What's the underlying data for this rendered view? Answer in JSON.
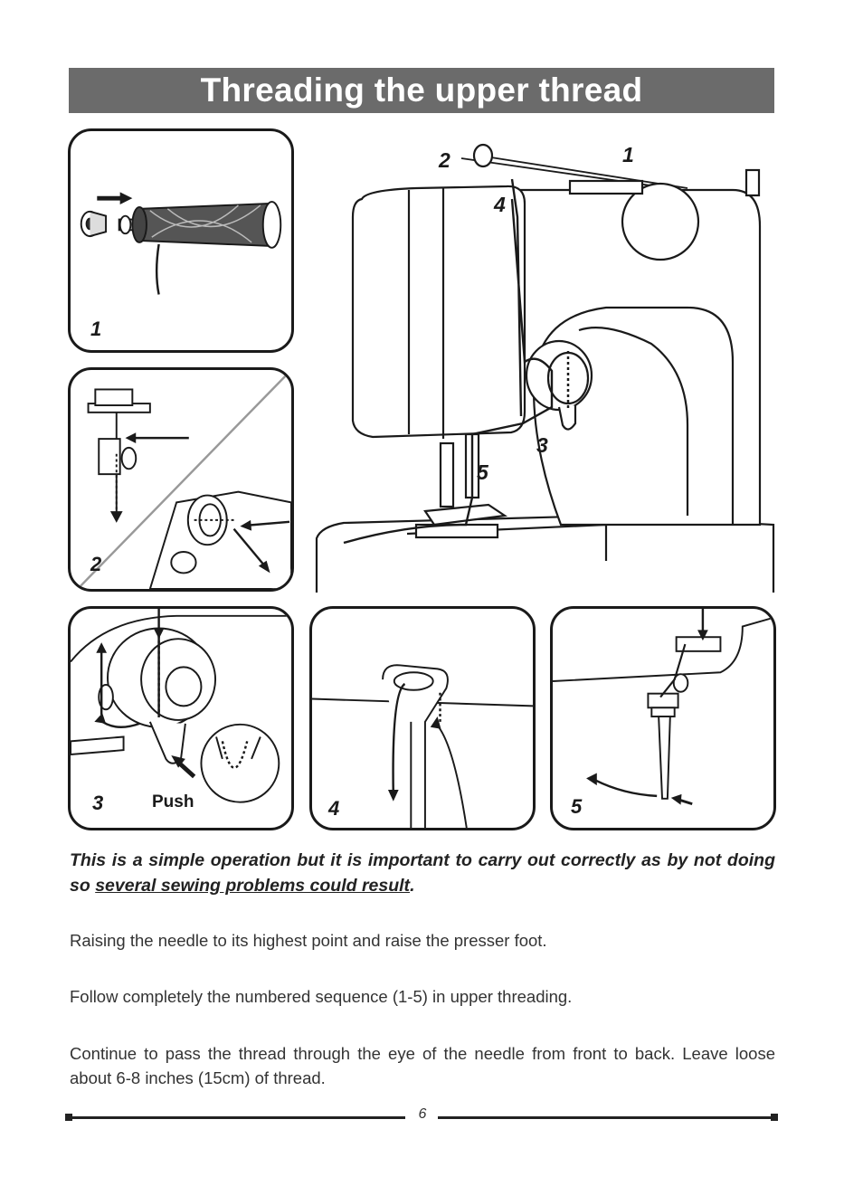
{
  "page": {
    "title": "Threading the upper thread",
    "page_number": "6"
  },
  "panels": {
    "p1": {
      "step": "1"
    },
    "p2": {
      "step": "2"
    },
    "p3": {
      "step": "3",
      "push_label": "Push"
    },
    "p4": {
      "step": "4"
    },
    "p5": {
      "step": "5"
    }
  },
  "main_illustration": {
    "labels": [
      "1",
      "2",
      "3",
      "4",
      "5"
    ]
  },
  "text": {
    "intro_lead": "This is a simple operation but it is important to carry out correctly as by not doing so ",
    "intro_underlined": "several sewing problems could result",
    "intro_end": ".",
    "paragraph_1": "Raising the needle to its highest point and raise the presser foot.",
    "paragraph_2": "Follow completely the numbered sequence (1-5) in upper threading.",
    "paragraph_3": "Continue to pass the thread through the eye of the needle from front to back. Leave loose about 6-8 inches (15cm) of thread."
  },
  "colors": {
    "title_bar": "#6b6b6b",
    "ink": "#1a1a1a"
  },
  "icons": [
    "thread-spool-icon",
    "arrow-icon",
    "sewing-machine-illustration"
  ]
}
